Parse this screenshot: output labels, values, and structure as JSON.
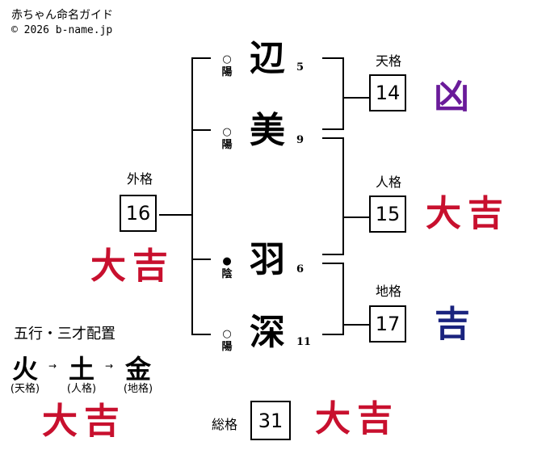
{
  "header": {
    "title": "赤ちゃん命名ガイド",
    "copyright": "© 2026 b-name.jp"
  },
  "chars": [
    {
      "char": "辺",
      "strokes": "5",
      "polarity_symbol": "○",
      "polarity": "陽"
    },
    {
      "char": "美",
      "strokes": "9",
      "polarity_symbol": "○",
      "polarity": "陽"
    },
    {
      "char": "羽",
      "strokes": "6",
      "polarity_symbol": "●",
      "polarity": "陰"
    },
    {
      "char": "深",
      "strokes": "11",
      "polarity_symbol": "○",
      "polarity": "陽"
    }
  ],
  "kakusu": {
    "tenkaku": {
      "label": "天格",
      "value": "14",
      "fortune": "凶"
    },
    "jinkaku": {
      "label": "人格",
      "value": "15",
      "fortune": "大吉"
    },
    "chikaku": {
      "label": "地格",
      "value": "17",
      "fortune": "吉"
    },
    "gaikaku": {
      "label": "外格",
      "value": "16",
      "fortune": "大吉"
    },
    "soukaku": {
      "label": "総格",
      "value": "31",
      "fortune": "大吉"
    }
  },
  "gogyo": {
    "title": "五行・三才配置",
    "elements": [
      {
        "char": "火",
        "sub": "(天格)"
      },
      {
        "char": "土",
        "sub": "(人格)"
      },
      {
        "char": "金",
        "sub": "(地格)"
      }
    ],
    "arrow": "→",
    "fortune": "大吉"
  },
  "colors": {
    "kyo": "#6a1b9a",
    "daikichi": "#c8102e",
    "kichi": "#1a237e"
  }
}
